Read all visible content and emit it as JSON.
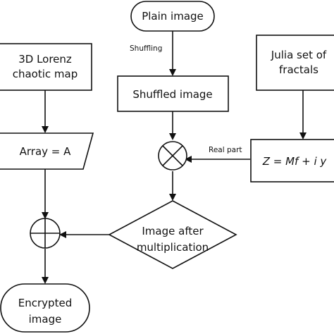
{
  "nodes": {
    "plain_image": "Plain image",
    "lorenz_line1": "3D Lorenz",
    "lorenz_line2": "chaotic map",
    "julia_line1": "Julia set of",
    "julia_line2": "fractals",
    "shuffled_image": "Shuffled image",
    "array": "Array = A",
    "equation": "Z = Mf + i y",
    "image_after_line1": "Image after",
    "image_after_line2": "multiplication",
    "encrypted_line1": "Encrypted",
    "encrypted_line2": "image"
  },
  "edge_labels": {
    "shuffling": "Shuffling",
    "real_part": "Real part"
  },
  "operators": {
    "multiply": "multiply-operator-icon",
    "add": "add-operator-icon"
  }
}
